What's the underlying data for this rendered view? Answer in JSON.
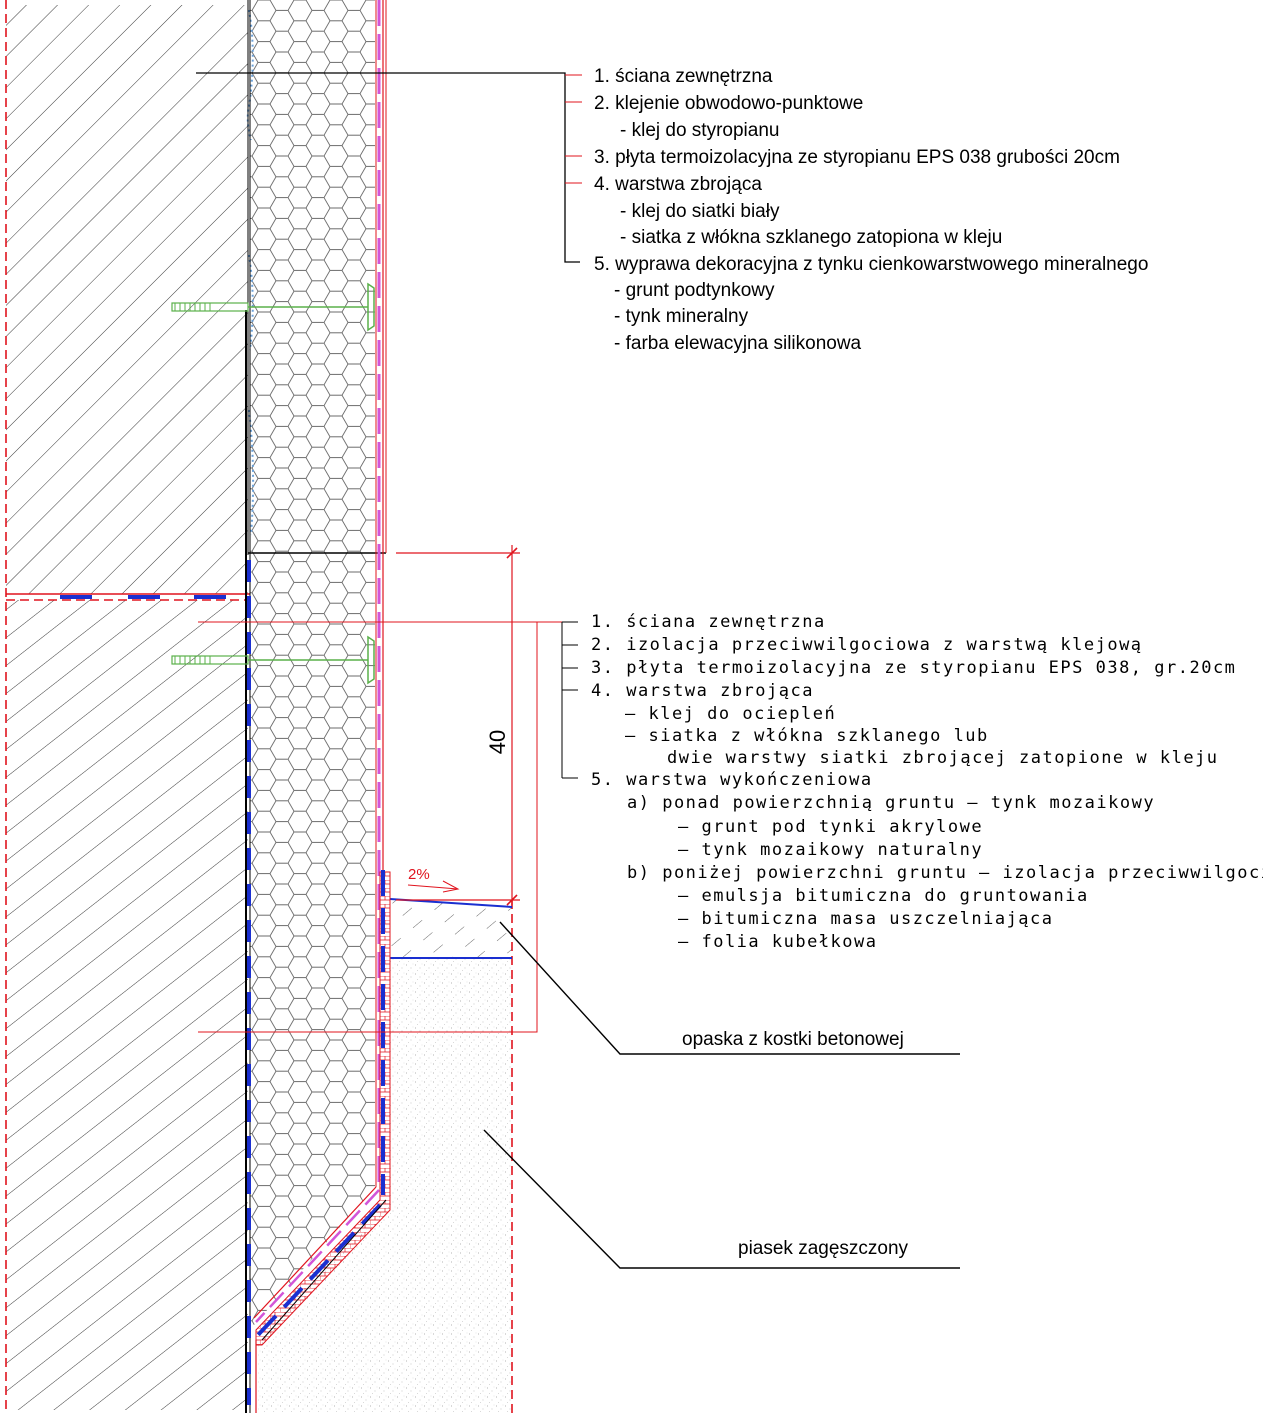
{
  "upper_legend": [
    "1. ściana zewnętrzna",
    "2. klejenie obwodowo-punktowe",
    "- klej do styropianu",
    "3. płyta termoizolacyjna ze styropianu EPS 038 grubości 20cm",
    "4. warstwa zbrojąca",
    "- klej do siatki biały",
    "- siatka z włókna szklanego  zatopiona w kleju",
    "5. wyprawa dekoracyjna z tynku cienkowarstwowego mineralnego",
    "- grunt podtynkowy",
    "- tynk mineralny",
    "- farba elewacyjna silikonowa"
  ],
  "lower_legend": [
    "1. ściana zewnętrzna",
    "2. izolacja przeciwwilgociowa z warstwą klejową",
    "3. płyta termoizolacyjna ze styropianu EPS 038, gr.20cm",
    "4. warstwa zbrojąca",
    "– klej do ociepleń",
    "– siatka z włókna szklanego lub",
    "dwie warstwy siatki zbrojącej zatopione w kleju",
    "5. warstwa wykończeniowa",
    "a) ponad powierzchnią gruntu – tynk mozaikowy",
    "– grunt pod tynki akrylowe",
    "– tynk mozaikowy naturalny",
    "b) poniżej powierzchni gruntu – izolacja przeciwwilgociowa",
    "– emulsja bitumiczna do gruntowania",
    "– bitumiczna masa uszczelniająca",
    "– folia kubełkowa"
  ],
  "callouts": {
    "paving": "opaska z kostki betonowej",
    "sand": "piasek zagęszczony"
  },
  "dimension": "40",
  "slope": "2%",
  "colors": {
    "line": "#000000",
    "red": "#e0141e",
    "blue": "#1a2fd0",
    "magenta": "#d255d8",
    "anchor": "#5ab04a",
    "hatch": "#3a3a3a"
  }
}
